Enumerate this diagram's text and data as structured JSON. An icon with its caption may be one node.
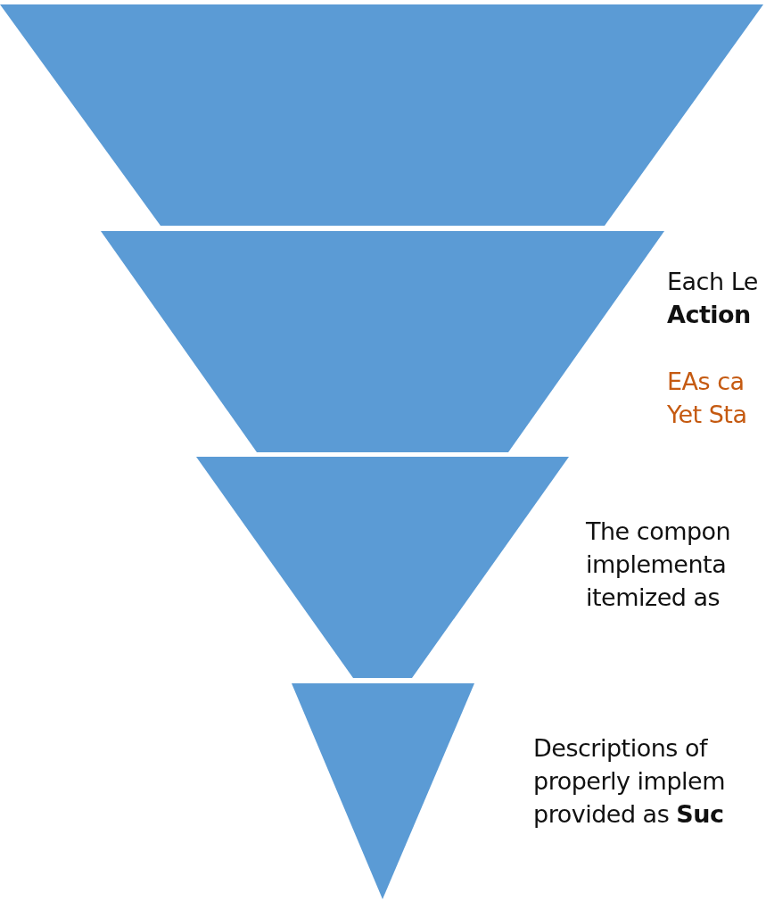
{
  "diagram": {
    "nodes": [
      {
        "text": [],
        "shape": "trapezoid"
      },
      {
        "text": [],
        "shape": "trapezoid",
        "beside": [
          "Each Le **Action**",
          "EAs ca Yet Sta"
        ]
      },
      {
        "text": [],
        "shape": "trapezoid",
        "beside": [
          "The compon implementa itemized as"
        ]
      },
      {
        "text": [],
        "shape": "triangle",
        "beside": [
          "Descriptions of properly implem provided as **Suc**"
        ]
      }
    ]
  }
}
